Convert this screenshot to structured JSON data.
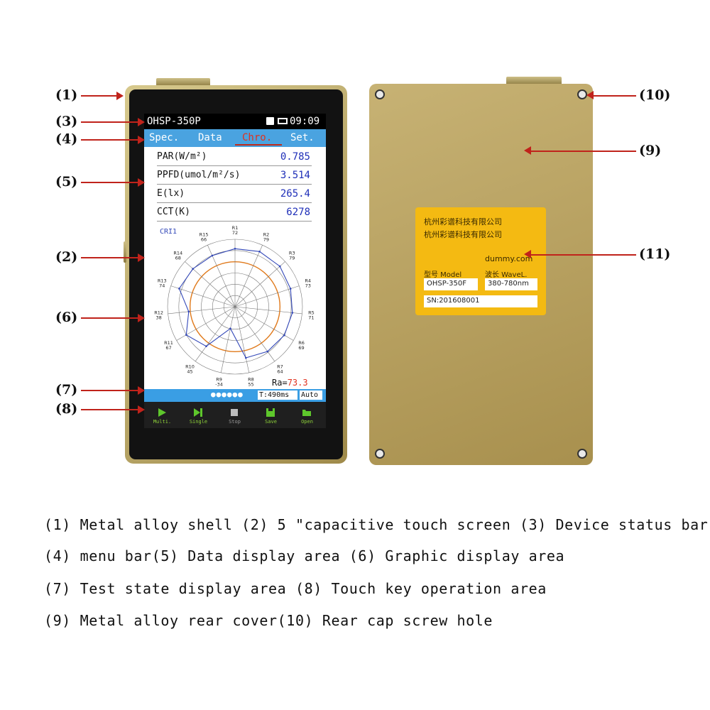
{
  "callouts": {
    "c1": "(1)",
    "c2": "(2)",
    "c3": "(3)",
    "c4": "(4)",
    "c5": "(5)",
    "c6": "(6)",
    "c7": "(7)",
    "c8": "(8)",
    "c9": "(9)",
    "c10": "(10)",
    "c11": "(11)"
  },
  "device_screen": {
    "model": "OHSP-350P",
    "time": "09:09",
    "tabs": [
      "Spec.",
      "Data",
      "Chro.",
      "Set."
    ],
    "active_tab": "Chro.",
    "rows": [
      {
        "label": "PAR(W/m²)",
        "value": "0.785"
      },
      {
        "label": "PPFD(umol/m²/s)",
        "value": "3.514"
      },
      {
        "label": "E(lx)",
        "value": "265.4"
      },
      {
        "label": "CCT(K)",
        "value": "6278"
      }
    ],
    "radar_title": "CRI1",
    "ra_label": "Ra=",
    "ra_value": "73.3",
    "test_time": "T:490ms",
    "mode": "Auto",
    "keys": [
      "Multi.",
      "Single",
      "Stop",
      "Save",
      "Open"
    ]
  },
  "chart_data": {
    "type": "radar",
    "title": "CRI1",
    "categories": [
      "R1",
      "R2",
      "R3",
      "R4",
      "R5",
      "R6",
      "R7",
      "R8",
      "R9",
      "R10",
      "R11",
      "R12",
      "R13",
      "R14",
      "R15"
    ],
    "values": [
      72,
      79,
      79,
      73,
      71,
      69,
      64,
      55,
      -34,
      45,
      67,
      38,
      74,
      68,
      66
    ],
    "rings": 6,
    "colors": {
      "series": "#3348b8",
      "grid": "#777777",
      "highlight_ring": "#e07a1c",
      "labels": "#222222"
    }
  },
  "sticker": {
    "line1": "杭州彩谱科技有限公司",
    "line2": "杭州彩谱科技有限公司",
    "line3": "dummy.com",
    "model_label": "型号 Model",
    "wave_label": "波长 WaveL.",
    "model_value": "OHSP-350F",
    "wave_value": "380-780nm",
    "sn": "SN:201608001"
  },
  "captions": [
    "(1) Metal alloy shell (2) 5 \"capacitive touch screen (3) Device status bar",
    "(4) menu bar(5) Data display area (6) Graphic display area",
    "(7) Test state display area (8) Touch key operation area",
    "(9) Metal alloy rear cover(10) Rear cap screw hole"
  ]
}
